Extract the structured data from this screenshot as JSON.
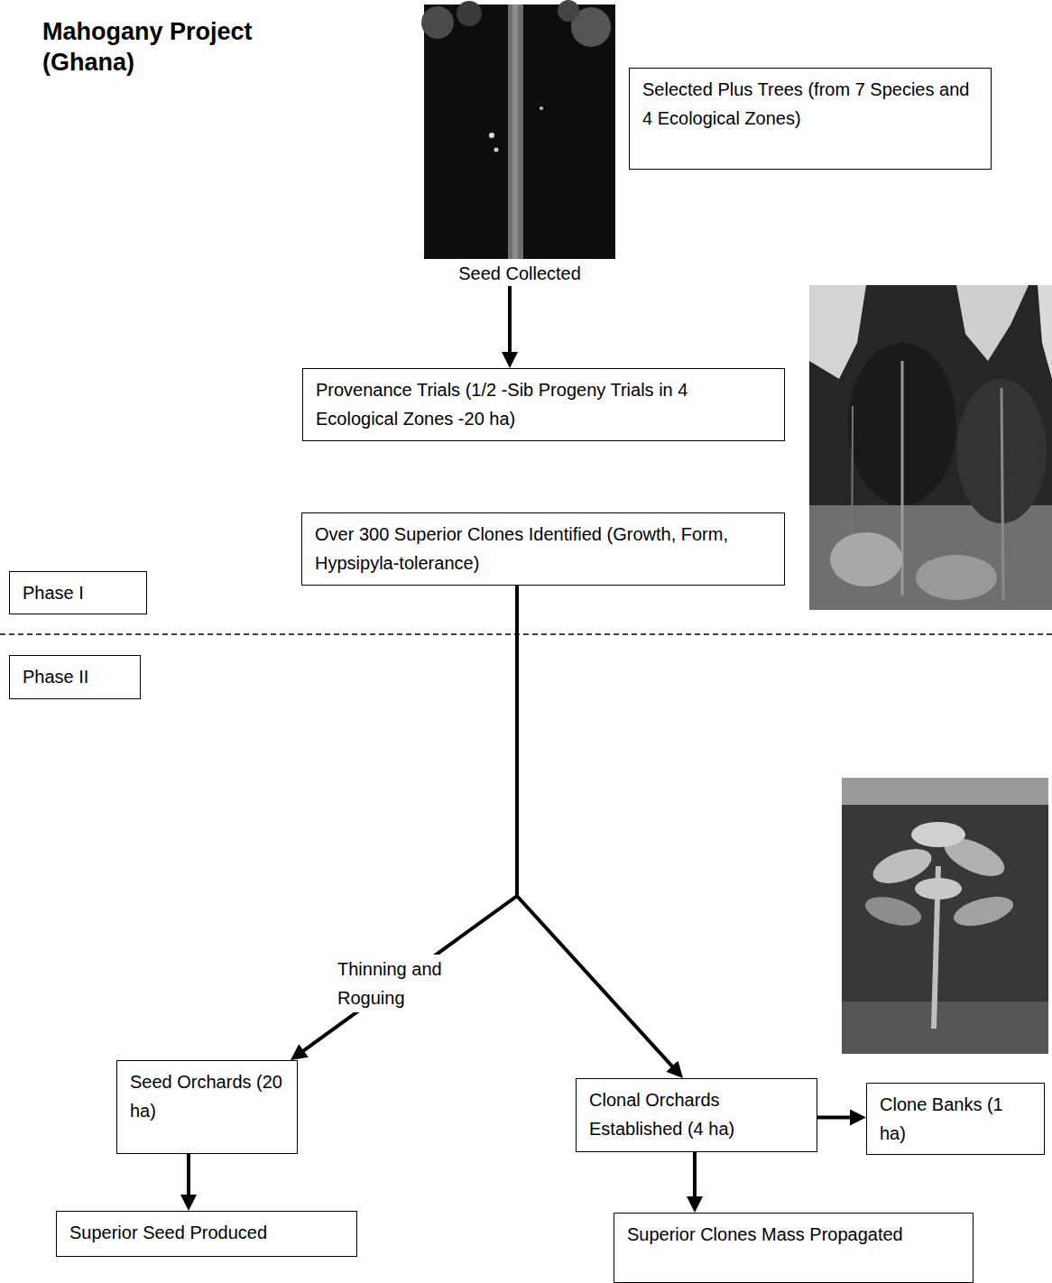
{
  "diagram": {
    "title": "Mahogany Project (Ghana)",
    "nodes": [
      {
        "text": [
          "Selected Plus Trees (from 7 Species and 4 Ecological Zones)"
        ]
      },
      {
        "text": [
          "Seed Collected"
        ]
      },
      {
        "text": [
          "Provenance Trials (1/2 -Sib Progeny Trials in 4 Ecological Zones -20 ha)"
        ]
      },
      {
        "text": [
          "Over 300 Superior Clones Identified (Growth, Form, Hypsipyla-tolerance)"
        ]
      },
      {
        "text": [
          "Phase I"
        ]
      },
      {
        "text": [
          "Phase II"
        ]
      },
      {
        "text": [
          "Seed Orchards (20 ha)"
        ]
      },
      {
        "text": [
          "Clonal Orchards Established (4 ha)"
        ]
      },
      {
        "text": [
          "Clone Banks (1 ha)"
        ]
      },
      {
        "text": [
          "Superior Seed Produced"
        ]
      },
      {
        "text": [
          "Superior Clones Mass Propagated"
        ]
      }
    ],
    "edges": [
      {
        "from": 1,
        "to": 2,
        "arrow": "to"
      },
      {
        "from": 3,
        "to": 6,
        "label": "Thinning and Roguing",
        "arrow": "to"
      },
      {
        "from": 3,
        "to": 7,
        "arrow": "to"
      },
      {
        "from": 6,
        "to": 9,
        "arrow": "to"
      },
      {
        "from": 7,
        "to": 8,
        "arrow": "to"
      },
      {
        "from": 7,
        "to": 10,
        "arrow": "to"
      }
    ]
  }
}
